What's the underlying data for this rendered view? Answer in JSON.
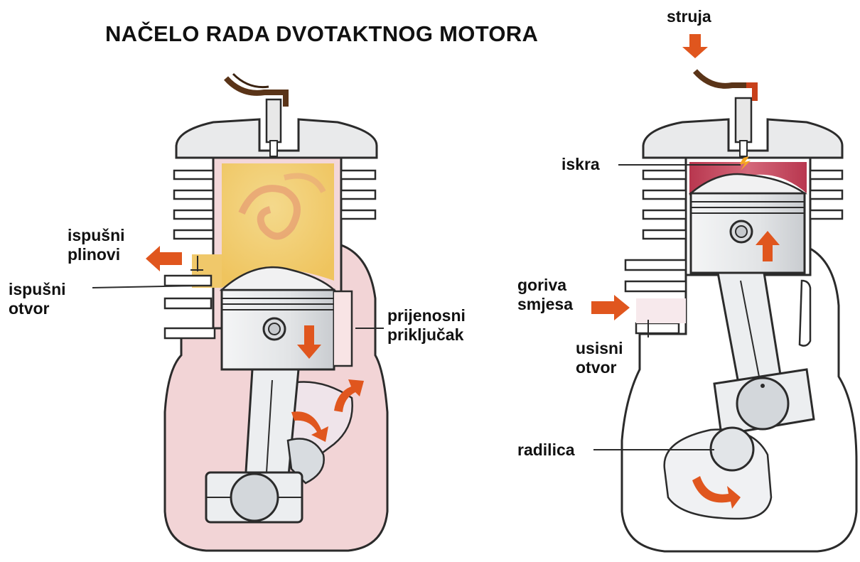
{
  "title": "NAČELO RADA DVOTAKTNOG MOTORA",
  "labels": {
    "ispusni_plinovi": [
      "ispušni",
      "plinovi"
    ],
    "ispusni_otvor": [
      "ispušni",
      "otvor"
    ],
    "prijenosni_prikljucak": [
      "prijenosni",
      "priključak"
    ],
    "struja": "struja",
    "iskra": "iskra",
    "goriva_smjesa": [
      "goriva",
      "smjesa"
    ],
    "usisni_otvor": [
      "usisni",
      "otvor"
    ],
    "radilica": "radilica"
  },
  "colors": {
    "outline": "#2b2b2b",
    "crankcase_fill": "#f2d4d6",
    "burnt_gas": "#f0c86a",
    "burnt_gas_swirl": "#e8a070",
    "compressed_charge": "#c0485c",
    "metal": "#e4e6e8",
    "arrow": "#e0561e",
    "wire": "#5a3418",
    "wire_tip": "#c8401a"
  }
}
